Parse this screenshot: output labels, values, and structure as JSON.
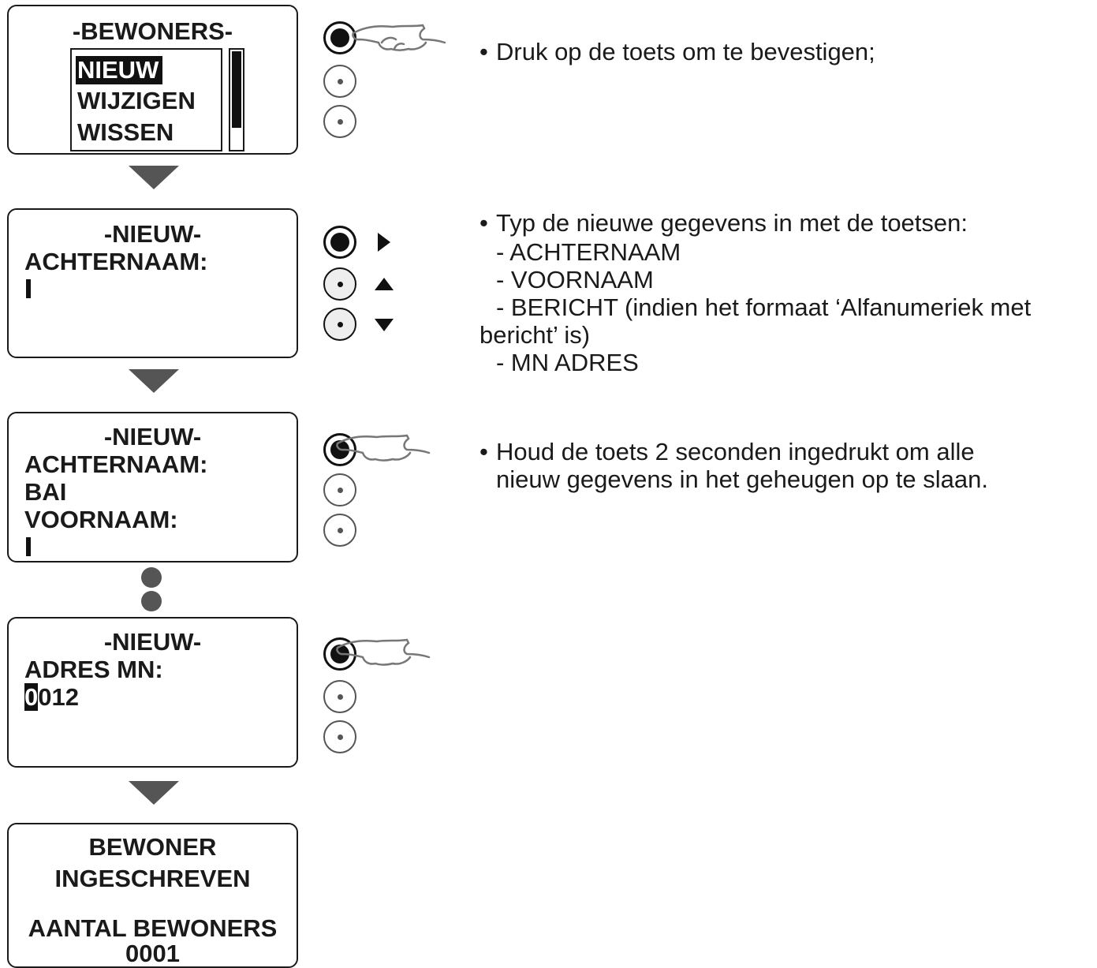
{
  "bullet": "•",
  "screen1": {
    "title": "-BEWONERS-",
    "items": [
      "NIEUW",
      "WIJZIGEN",
      "WISSEN"
    ]
  },
  "screen2": {
    "title": "-NIEUW-",
    "label": "ACHTERNAAM:"
  },
  "screen3": {
    "title": "-NIEUW-",
    "label1": "ACHTERNAAM:",
    "value1": "BAI",
    "label2": "VOORNAAM:"
  },
  "screen4": {
    "title": "-NIEUW-",
    "label": "ADRES MN:",
    "value_highlight": "0",
    "value_rest": "012"
  },
  "screen5": {
    "line1": "BEWONER",
    "line2": "INGESCHREVEN",
    "line3": "AANTAL BEWONERS",
    "line4": "0001"
  },
  "step1": {
    "text": "Druk op de toets om te bevestigen;"
  },
  "step2": {
    "text": "Typ de nieuwe gegevens in met de toetsen:",
    "items": [
      "- ACHTERNAAM",
      "- VOORNAAM",
      "- BERICHT (indien het formaat ‘Alfanumeriek met",
      "bericht’ is)",
      "- MN ADRES"
    ]
  },
  "step3": {
    "line1": "Houd de toets 2 seconden ingedrukt om alle",
    "line2": "nieuw gegevens in het geheugen op te slaan."
  },
  "icons": {
    "press": "pointing-hand-icon",
    "button": "button-icon",
    "right": "arrow-right-icon",
    "up": "arrow-up-icon",
    "down": "arrow-down-icon",
    "flow": "flow-arrow-down-icon",
    "continuation": "continuation-dot-icon"
  }
}
